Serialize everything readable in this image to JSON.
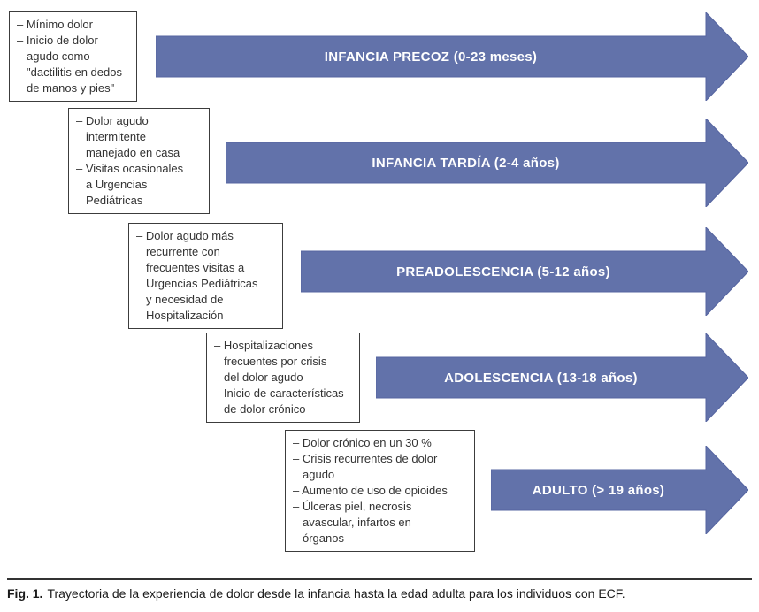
{
  "colors": {
    "arrow_fill": "#6272aa",
    "arrow_stroke": "#5564a0",
    "box_border": "#3c3c3c",
    "text": "#333333"
  },
  "stages": [
    {
      "arrow_label": "INFANCIA PRECOZ (0-23 meses)",
      "box_lines": [
        "– Mínimo dolor",
        "– Inicio de dolor",
        "agudo como",
        "\"dactilitis en dedos",
        "de manos y pies\""
      ]
    },
    {
      "arrow_label": "INFANCIA TARDÍA (2-4 años)",
      "box_lines": [
        "– Dolor agudo",
        "intermitente",
        "manejado en casa",
        "– Visitas ocasionales",
        "a Urgencias",
        "Pediátricas"
      ]
    },
    {
      "arrow_label": "PREADOLESCENCIA (5-12 años)",
      "box_lines": [
        "– Dolor agudo más",
        "recurrente con",
        "frecuentes visitas a",
        "Urgencias Pediátricas",
        "y necesidad de",
        "Hospitalización"
      ]
    },
    {
      "arrow_label": "ADOLESCENCIA (13-18 años)",
      "box_lines": [
        "– Hospitalizaciones",
        "frecuentes por crisis",
        "del dolor agudo",
        "– Inicio de características",
        "de dolor crónico"
      ]
    },
    {
      "arrow_label": "ADULTO (> 19 años)",
      "box_lines": [
        "– Dolor crónico en un 30 %",
        "– Crisis recurrentes de dolor",
        "agudo",
        "– Aumento de uso de opioides",
        "– Úlceras piel, necrosis",
        "avascular, infartos en",
        "órganos"
      ]
    }
  ],
  "caption": {
    "label": "Fig. 1.",
    "text": "Trayectoria de la experiencia de dolor desde la infancia hasta la edad adulta para los individuos con ECF."
  }
}
